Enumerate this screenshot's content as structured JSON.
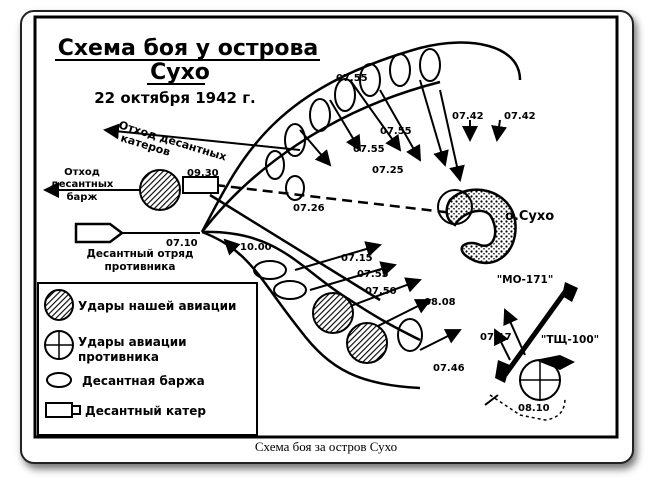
{
  "title": {
    "line1": "Схема боя у острова",
    "line2": "Сухо",
    "date": "22 октября 1942 г."
  },
  "caption": "Схема боя за остров Сухо",
  "labels": {
    "retreat_boats_1": "Отход десантных",
    "retreat_boats_2": "катеров",
    "retreat_barges_1": "Отход",
    "retreat_barges_2": "десантных",
    "retreat_barges_3": "барж",
    "enemy_force_1": "Десантный отряд",
    "enemy_force_2": "противника",
    "island": "о.Сухо",
    "ship_mo": "\"МО-171\"",
    "ship_tsch": "\"ТЩ-100\""
  },
  "times": {
    "t1": "07.55",
    "t2": "07.55",
    "t3": "07.55",
    "t4": "07.42",
    "t5": "07.42",
    "t6": "07.25",
    "t7": "07.26",
    "t8": "09.30",
    "t9": "07.10",
    "t10": "10.00",
    "t11": "07.15",
    "t12": "07.55",
    "t13": "07.50",
    "t14": "08.08",
    "t15": "07.17",
    "t16": "07.46",
    "t17": "08.10"
  },
  "legend": {
    "our_air": "Удары нашей авиации",
    "enemy_air_1": "Удары авиации",
    "enemy_air_2": "противника",
    "barge": "Десантная баржа",
    "boat": "Десантный катер"
  }
}
